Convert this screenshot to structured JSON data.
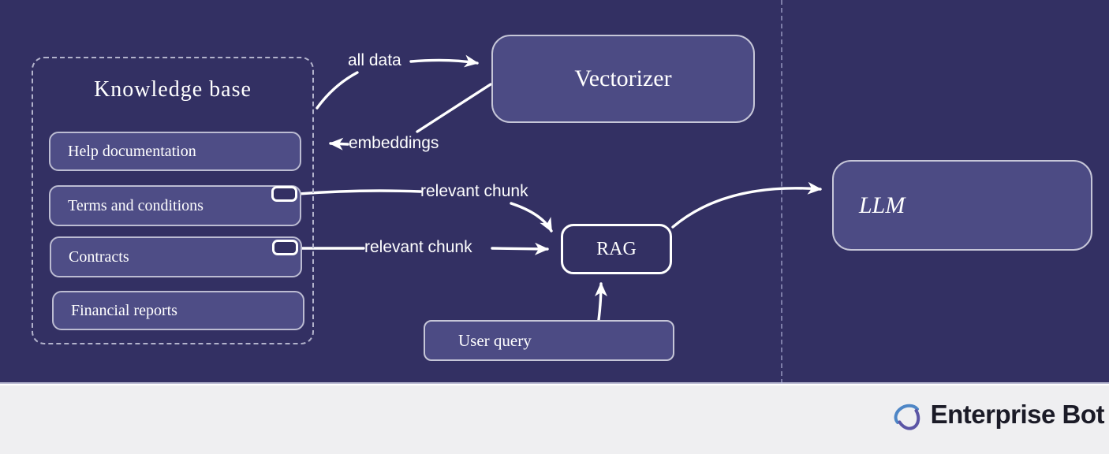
{
  "colors": {
    "background": "#333063",
    "footer_background": "#efeff1",
    "node_fill": "#4c4b84",
    "node_border": "#c6c6d8",
    "list_item_fill": "#4e4d86",
    "list_item_border": "#bcbcd2",
    "kb_dashed_border": "#b3b3cc",
    "arrow": "#ffffff",
    "separator": "#b9bee1",
    "brand_text": "#1b1b27",
    "logo_blue": "#4e86c6",
    "logo_purple": "#5b55a5"
  },
  "diagram": {
    "knowledge_base": {
      "title": "Knowledge base",
      "items": [
        "Help documentation",
        "Terms and conditions",
        "Contracts",
        "Financial reports"
      ]
    },
    "nodes": {
      "vectorizer": "Vectorizer",
      "rag": "RAG",
      "llm": "LLM",
      "user_query": "User query"
    },
    "edge_labels": {
      "all_data": "all data",
      "embeddings": "embeddings",
      "relevant_chunk_top": "relevant chunk",
      "relevant_chunk_bottom": "relevant chunk"
    }
  },
  "footer": {
    "brand_name": "Enterprise Bot"
  }
}
